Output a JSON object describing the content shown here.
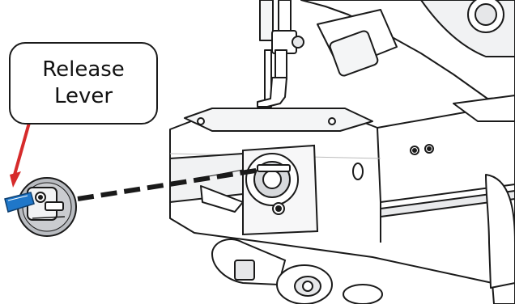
{
  "callout": {
    "line1": "Release",
    "line2": "Lever"
  },
  "colors": {
    "outline": "#1a1a1a",
    "leader_line": "#d62b2b",
    "release_lever": "#1f77c9",
    "bobbin_case": "#b9bcc1",
    "machine_body": "#ffffff",
    "machine_shade": "#e6e7e9"
  },
  "parts": [
    "sewing-machine-head",
    "needle-bar",
    "presser-foot",
    "bobbin-hook-area",
    "bobbin-case",
    "release-lever",
    "insertion-path"
  ]
}
